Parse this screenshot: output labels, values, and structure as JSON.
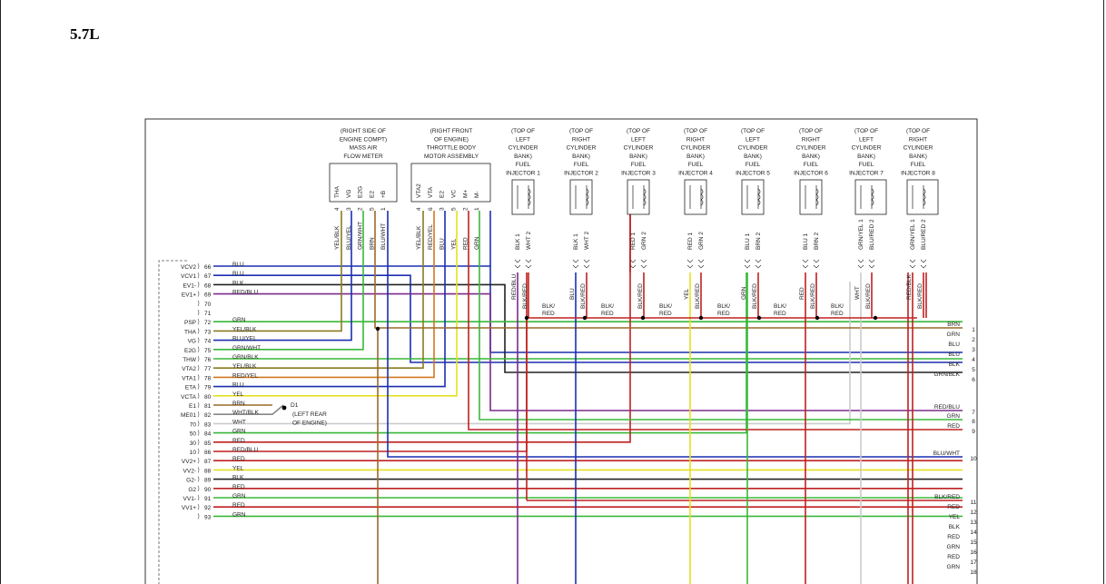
{
  "heading": "5.7L",
  "components": [
    {
      "id": "maf",
      "lines": [
        "(RIGHT SIDE OF",
        "ENGINE COMPT)",
        "MASS AIR",
        "FLOW METER"
      ],
      "pins": [
        "THA",
        "VG",
        "E2G",
        "E2",
        "+B"
      ],
      "nums": [
        "4",
        "3",
        "2",
        "5",
        "1"
      ],
      "wires": [
        "YEL/BLK",
        "BLU/YEL",
        "GRN/WHT",
        "BRN",
        "BLU/WHT"
      ]
    },
    {
      "id": "throttle",
      "lines": [
        "(RIGHT FRONT",
        "OF ENGINE)",
        "THROTTLE BODY",
        "MOTOR ASSEMBLY"
      ],
      "pins": [
        "VTA2",
        "VTA",
        "E2",
        "VC",
        "M+",
        "M-"
      ],
      "nums": [
        "4",
        "6",
        "3",
        "5",
        "2",
        "1"
      ],
      "wires": [
        "YEL/BLK",
        "RED/YEL",
        "BLU",
        "YEL",
        "RED",
        "GRN"
      ]
    }
  ],
  "injectors": [
    {
      "id": "inj1",
      "lines": [
        "(TOP OF",
        "LEFT",
        "CYLINDER",
        "BANK)",
        "FUEL",
        "INJECTOR 1"
      ],
      "top": [
        "BLK 1",
        "WHT 2"
      ],
      "bottom": [
        "RED/BLU",
        "BLK/RED"
      ]
    },
    {
      "id": "inj2",
      "lines": [
        "(TOP OF",
        "RIGHT",
        "CYLINDER",
        "BANK)",
        "FUEL",
        "INJECTOR 2"
      ],
      "top": [
        "BLK 1",
        "WHT 2"
      ],
      "bottom": [
        "BLU",
        "BLK/RED"
      ]
    },
    {
      "id": "inj3",
      "lines": [
        "(TOP OF",
        "LEFT",
        "CYLINDER",
        "BANK)",
        "FUEL",
        "INJECTOR 3"
      ],
      "top": [
        "RED 1",
        "GRN 2"
      ],
      "bottom": [
        "",
        "BLK/RED"
      ]
    },
    {
      "id": "inj4",
      "lines": [
        "(TOP OF",
        "RIGHT",
        "CYLINDER",
        "BANK)",
        "FUEL",
        "INJECTOR 4"
      ],
      "top": [
        "RED 1",
        "GRN 2"
      ],
      "bottom": [
        "YEL",
        "BLK/RED"
      ]
    },
    {
      "id": "inj5",
      "lines": [
        "(TOP OF",
        "LEFT",
        "CYLINDER",
        "BANK)",
        "FUEL",
        "INJECTOR 5"
      ],
      "top": [
        "BLU 1",
        "BRN 2"
      ],
      "bottom": [
        "GRN",
        "BLK/RED"
      ]
    },
    {
      "id": "inj6",
      "lines": [
        "(TOP OF",
        "RIGHT",
        "CYLINDER",
        "BANK)",
        "FUEL",
        "INJECTOR 6"
      ],
      "top": [
        "BLU 1",
        "BRN 2"
      ],
      "bottom": [
        "RED",
        "BLK/RED"
      ]
    },
    {
      "id": "inj7",
      "lines": [
        "(TOP OF",
        "LEFT",
        "CYLINDER",
        "BANK)",
        "FUEL",
        "INJECTOR 7"
      ],
      "top": [
        "GRN/YEL 1",
        "BLU/RED 2"
      ],
      "bottom": [
        "WHT",
        "BLK/RED"
      ]
    },
    {
      "id": "inj8",
      "lines": [
        "(TOP OF",
        "RIGHT",
        "CYLINDER",
        "BANK)",
        "FUEL",
        "INJECTOR 8"
      ],
      "top": [
        "GRN/YEL 1",
        "BLU/RED 2"
      ],
      "bottom": [
        "RED/BLK",
        "BLK/RED"
      ]
    }
  ],
  "blkred_label": "BLK/ RED",
  "ecm_rows": [
    {
      "sig": "VCV2",
      "pin": "66",
      "wire": "BLU",
      "color": "#1a2fb0"
    },
    {
      "sig": "VCV1",
      "pin": "67",
      "wire": "BLU",
      "color": "#1a2fb0"
    },
    {
      "sig": "EV1-",
      "pin": "68",
      "wire": "BLK",
      "color": "#222222"
    },
    {
      "sig": "EV1+",
      "pin": "69",
      "wire": "RED/BLU",
      "color": "#7a2a8a"
    },
    {
      "sig": "",
      "pin": "70",
      "wire": "",
      "color": ""
    },
    {
      "sig": "",
      "pin": "71",
      "wire": "",
      "color": ""
    },
    {
      "sig": "PSP",
      "pin": "72",
      "wire": "GRN",
      "color": "#38b838"
    },
    {
      "sig": "THA",
      "pin": "73",
      "wire": "YEL/BLK",
      "color": "#8a7a20"
    },
    {
      "sig": "VG",
      "pin": "74",
      "wire": "BLU/YEL",
      "color": "#1a2fb0"
    },
    {
      "sig": "E2G",
      "pin": "75",
      "wire": "GRN/WHT",
      "color": "#38b838"
    },
    {
      "sig": "THW",
      "pin": "76",
      "wire": "GRN/BLK",
      "color": "#38b838"
    },
    {
      "sig": "VTA2",
      "pin": "77",
      "wire": "YEL/BLK",
      "color": "#8a7a20"
    },
    {
      "sig": "VTA1",
      "pin": "78",
      "wire": "RED/YEL",
      "color": "#d07820"
    },
    {
      "sig": "ETA",
      "pin": "79",
      "wire": "BLU",
      "color": "#1a2fb0"
    },
    {
      "sig": "VCTA",
      "pin": "80",
      "wire": "YEL",
      "color": "#e6e020"
    },
    {
      "sig": "E1",
      "pin": "81",
      "wire": "BRN",
      "color": "#9a6a2a"
    },
    {
      "sig": "ME01",
      "pin": "82",
      "wire": "WHT/BLK",
      "color": "#777777"
    },
    {
      "sig": "70",
      "pin": "83",
      "wire": "WHT",
      "color": "#cccccc"
    },
    {
      "sig": "50",
      "pin": "84",
      "wire": "GRN",
      "color": "#38b838"
    },
    {
      "sig": "30",
      "pin": "85",
      "wire": "RED",
      "color": "#c02020"
    },
    {
      "sig": "10",
      "pin": "86",
      "wire": "RED/BLU",
      "color": "#c02020"
    },
    {
      "sig": "VV2+",
      "pin": "87",
      "wire": "RED",
      "color": "#c02020"
    },
    {
      "sig": "VV2-",
      "pin": "88",
      "wire": "YEL",
      "color": "#e6e020"
    },
    {
      "sig": "G2-",
      "pin": "89",
      "wire": "BLK",
      "color": "#222222"
    },
    {
      "sig": "G2",
      "pin": "90",
      "wire": "RED",
      "color": "#c02020"
    },
    {
      "sig": "VV1-",
      "pin": "91",
      "wire": "GRN",
      "color": "#38b838"
    },
    {
      "sig": "VV1+",
      "pin": "92",
      "wire": "RED",
      "color": "#c02020"
    },
    {
      "sig": "",
      "pin": "93",
      "wire": "GRN",
      "color": "#38b838"
    }
  ],
  "right_rows": [
    {
      "num": "1",
      "wire": "BRN"
    },
    {
      "num": "2",
      "wire": "GRN"
    },
    {
      "num": "3",
      "wire": "BLU"
    },
    {
      "num": "4",
      "wire": "BLU"
    },
    {
      "num": "5",
      "wire": "BLK"
    },
    {
      "num": "6",
      "wire": "GRN/BLK"
    },
    {
      "num": "7",
      "wire": "RED/BLU"
    },
    {
      "num": "8",
      "wire": "GRN"
    },
    {
      "num": "9",
      "wire": "RED"
    },
    {
      "num": "10",
      "wire": "BLU/WHT"
    },
    {
      "num": "11",
      "wire": "BLK/RED"
    },
    {
      "num": "12",
      "wire": "RED"
    },
    {
      "num": "13",
      "wire": "YEL"
    },
    {
      "num": "14",
      "wire": "BLK"
    },
    {
      "num": "15",
      "wire": "RED"
    },
    {
      "num": "16",
      "wire": "GRN"
    },
    {
      "num": "17",
      "wire": "RED"
    },
    {
      "num": "18",
      "wire": "GRN"
    }
  ],
  "ground": {
    "id": "D1",
    "label": [
      "D1",
      "(LEFT REAR",
      "OF ENGINE)"
    ]
  }
}
